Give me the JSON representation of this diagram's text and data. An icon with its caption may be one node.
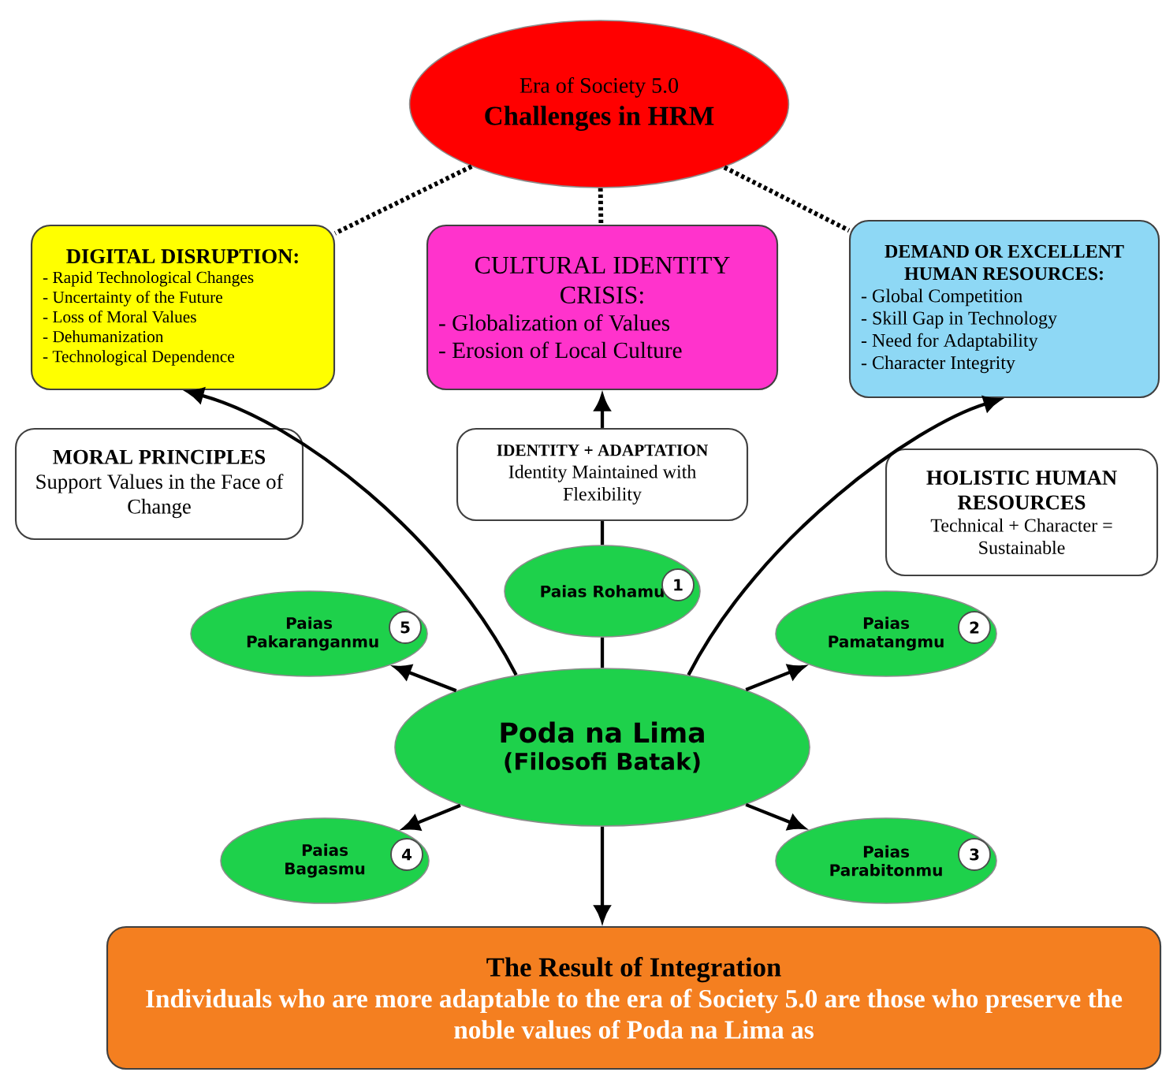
{
  "diagram": {
    "nodes": [
      {
        "text": [
          "Era of Society 5.0",
          "Challenges in HRM"
        ]
      },
      {
        "text": [
          "DIGITAL DISRUPTION:",
          "- Rapid Technological Changes",
          "- Uncertainty of the Future",
          "- Loss of Moral Values",
          "- Dehumanization",
          "- Technological Dependence"
        ]
      },
      {
        "text": [
          "CULTURAL IDENTITY CRISIS:",
          "- Globalization of Values",
          "- Erosion of Local Culture"
        ]
      },
      {
        "text": [
          "DEMAND OR EXCELLENT HUMAN RESOURCES:",
          "- Global Competition",
          "- Skill Gap in Technology",
          "- Need for Adaptability",
          "- Character Integrity"
        ]
      },
      {
        "text": [
          "MORAL PRINCIPLES",
          "Support Values in the Face of Change"
        ]
      },
      {
        "text": [
          "IDENTITY + ADAPTATION",
          "Identity Maintained with Flexibility"
        ]
      },
      {
        "text": [
          "HOLISTIC HUMAN RESOURCES",
          "Technical + Character = Sustainable"
        ]
      },
      {
        "text": [
          "Paias Rohamu",
          "1"
        ]
      },
      {
        "text": [
          "Paias Pamatangmu",
          "2"
        ]
      },
      {
        "text": [
          "Paias Parabitonmu",
          "3"
        ]
      },
      {
        "text": [
          "Paias Bagasmu",
          "4"
        ]
      },
      {
        "text": [
          "Paias Pakaranganmu",
          "5"
        ]
      },
      {
        "text": [
          "Poda na Lima",
          "(Filosofi Batak)"
        ]
      },
      {
        "text": [
          "The Result of Integration",
          "Individuals who are more adaptable to the era of Society 5.0 are those who preserve the noble values of Poda na Lima as"
        ]
      }
    ],
    "edges": [
      {
        "from": 0,
        "to": 1,
        "arrow": "none",
        "style": "dashed"
      },
      {
        "from": 0,
        "to": 2,
        "arrow": "none",
        "style": "dashed"
      },
      {
        "from": 0,
        "to": 3,
        "arrow": "none",
        "style": "dashed"
      },
      {
        "from": 12,
        "to": 1,
        "arrow": "to"
      },
      {
        "from": 12,
        "to": 7,
        "arrow": "none"
      },
      {
        "from": 7,
        "to": 5,
        "arrow": "none"
      },
      {
        "from": 5,
        "to": 2,
        "arrow": "to"
      },
      {
        "from": 12,
        "to": 3,
        "arrow": "to"
      },
      {
        "from": 12,
        "to": 8,
        "arrow": "to"
      },
      {
        "from": 12,
        "to": 9,
        "arrow": "to"
      },
      {
        "from": 12,
        "to": 10,
        "arrow": "to"
      },
      {
        "from": 12,
        "to": 11,
        "arrow": "to"
      },
      {
        "from": 12,
        "to": 13,
        "arrow": "to"
      }
    ]
  }
}
